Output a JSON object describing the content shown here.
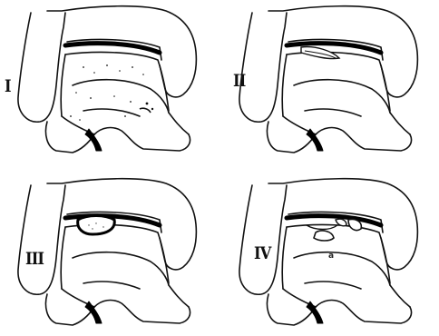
{
  "figure": {
    "panels": [
      {
        "id": "panel-1",
        "label": "I"
      },
      {
        "id": "panel-2",
        "label": "II"
      },
      {
        "id": "panel-3",
        "label": "III"
      },
      {
        "id": "panel-4",
        "label": "IV"
      }
    ],
    "annotation": "a"
  },
  "colors": {
    "ink": "#111111",
    "cartilage": "#000000",
    "lesion_fill": "#ffffff",
    "background": "#ffffff"
  }
}
